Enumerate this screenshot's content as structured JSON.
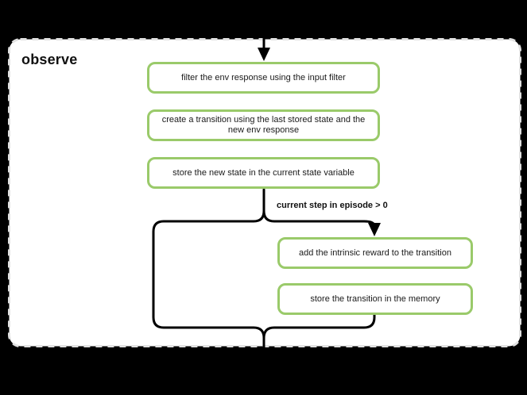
{
  "window": {
    "background_color": "#000000"
  },
  "diagram": {
    "title": "observe",
    "container": {
      "fill": "#ffffff",
      "border_color": "#e2e2e2",
      "border_style": "dashed"
    },
    "colors": {
      "node_border": "#9aca6a",
      "node_fill": "#ffffff",
      "connector": "#000000",
      "text": "#1a1a1a"
    },
    "nodes": [
      {
        "id": "filter-env-response",
        "label": "filter the env response using the input filter"
      },
      {
        "id": "create-transition",
        "label": "create a transition using the last stored state and the new env response"
      },
      {
        "id": "store-new-state",
        "label": "store the new state in the current state variable"
      },
      {
        "id": "add-intrinsic-reward",
        "label": "add the intrinsic reward to the transition"
      },
      {
        "id": "store-transition",
        "label": "store the transition in the memory"
      }
    ],
    "branch": {
      "condition_label": "current step in episode > 0"
    }
  }
}
